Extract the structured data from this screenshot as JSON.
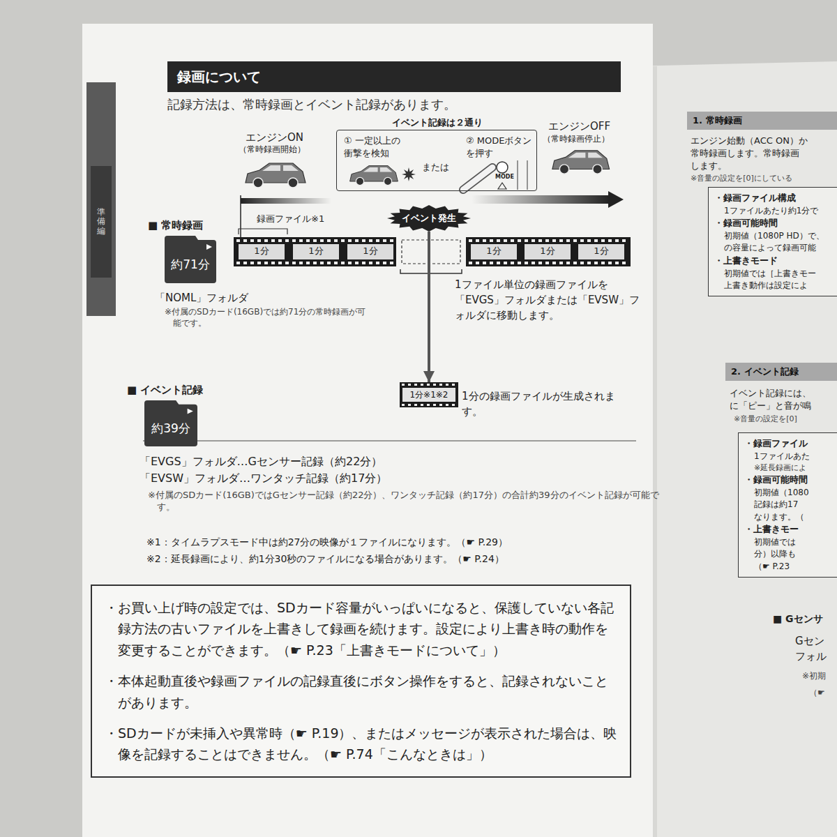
{
  "diagram": {
    "title": "録画について",
    "nodes": [
      {
        "text": [
          "準備編"
        ]
      },
      {
        "text": [
          "イベント記録は２通り",
          "① 一定以上の 衝撃を検知",
          "または",
          "② MODEボタン を押す"
        ]
      },
      {
        "text": [
          "イベント発生"
        ]
      },
      {
        "text": [
          "約71分"
        ]
      },
      {
        "text": [
          "約39分"
        ]
      },
      {
        "text": [
          "1分※1※2"
        ]
      },
      {
        "text": [
          "・お買い上げ時の設定では、SDカード容量がいっぱいになると、保護していない各記録方法の古いファイルを上書きして録画を続けます。設定により上書き時の動作を変更することができます。（☛ P.23「上書きモードについて」）",
          "・本体起動直後や録画ファイルの記録直後にボタン操作をすると、記録されないことがあります。",
          "・SDカードが未挿入や異常時（☛ P.19）、またはメッセージが表示された場合は、映像を記録することはできません。（☛ P.74「こんなときは」）"
        ]
      },
      {
        "text": [
          "1. 常時録画"
        ]
      },
      {
        "text": [
          "・録画ファイル構成",
          "1ファイルあたり約1分で",
          "・録画可能時間",
          "初期値（1080P HD）で、",
          "の容量によって録画可能",
          "・上書きモード",
          "初期値では［上書きモー",
          "上書き動作は設定によ"
        ]
      },
      {
        "text": [
          "2. イベント記録"
        ]
      },
      {
        "text": [
          "・録画ファイル",
          "1ファイルあた",
          "※延長録画によ",
          "・録画可能時間",
          "初期値（1080",
          "記録は約17",
          "なります。（",
          "・上書きモー",
          "初期値では",
          "分）以降も",
          "（☛ P.23"
        ]
      }
    ],
    "edges": [
      {
        "from": 2,
        "to": 5,
        "arrow": "to"
      }
    ],
    "labels": [
      "記録方法は、常時録画とイベント記録があります。",
      "エンジンON",
      "（常時録画開始）",
      "MODE",
      "エンジンOFF",
      "（常時録画停止）",
      "録画ファイル※1",
      "■ 常時録画",
      "1分",
      "1分",
      "1分",
      "1分",
      "1分",
      "1分",
      "「NOML」フォルダ",
      "※付属のSDカード(16GB)では約71分の常時録画が可能です。",
      "1ファイル単位の録画ファイルを「EVGS」フォルダまたは「EVSW」フォルダに移動します。",
      "■ イベント記録",
      "1分の録画ファイルが生成されます。",
      "「EVGS」フォルダ…Gセンサー記録（約22分）",
      "「EVSW」フォルダ…ワンタッチ記録（約17分）",
      "※付属のSDカード(16GB)ではGセンサー記録（約22分）、ワンタッチ記録（約17分）の合計約39分のイベント記録が可能です。",
      "※1：タイムラプスモード中は約27分の映像が１ファイルになります。（☛ P.29）",
      "※2：延長録画により、約1分30秒のファイルになる場合があります。（☛ P.24）",
      "エンジン始動（ACC ON）か",
      "常時録画します。常時録画",
      "します。",
      "※音量の設定を[0]にしている",
      "イベント記録には、",
      "に「ピー」と音が鳴",
      "※音量の設定を[0]",
      "■ Gセンサ",
      "Gセン",
      "フォル",
      "※初期",
      "（☛"
    ]
  }
}
